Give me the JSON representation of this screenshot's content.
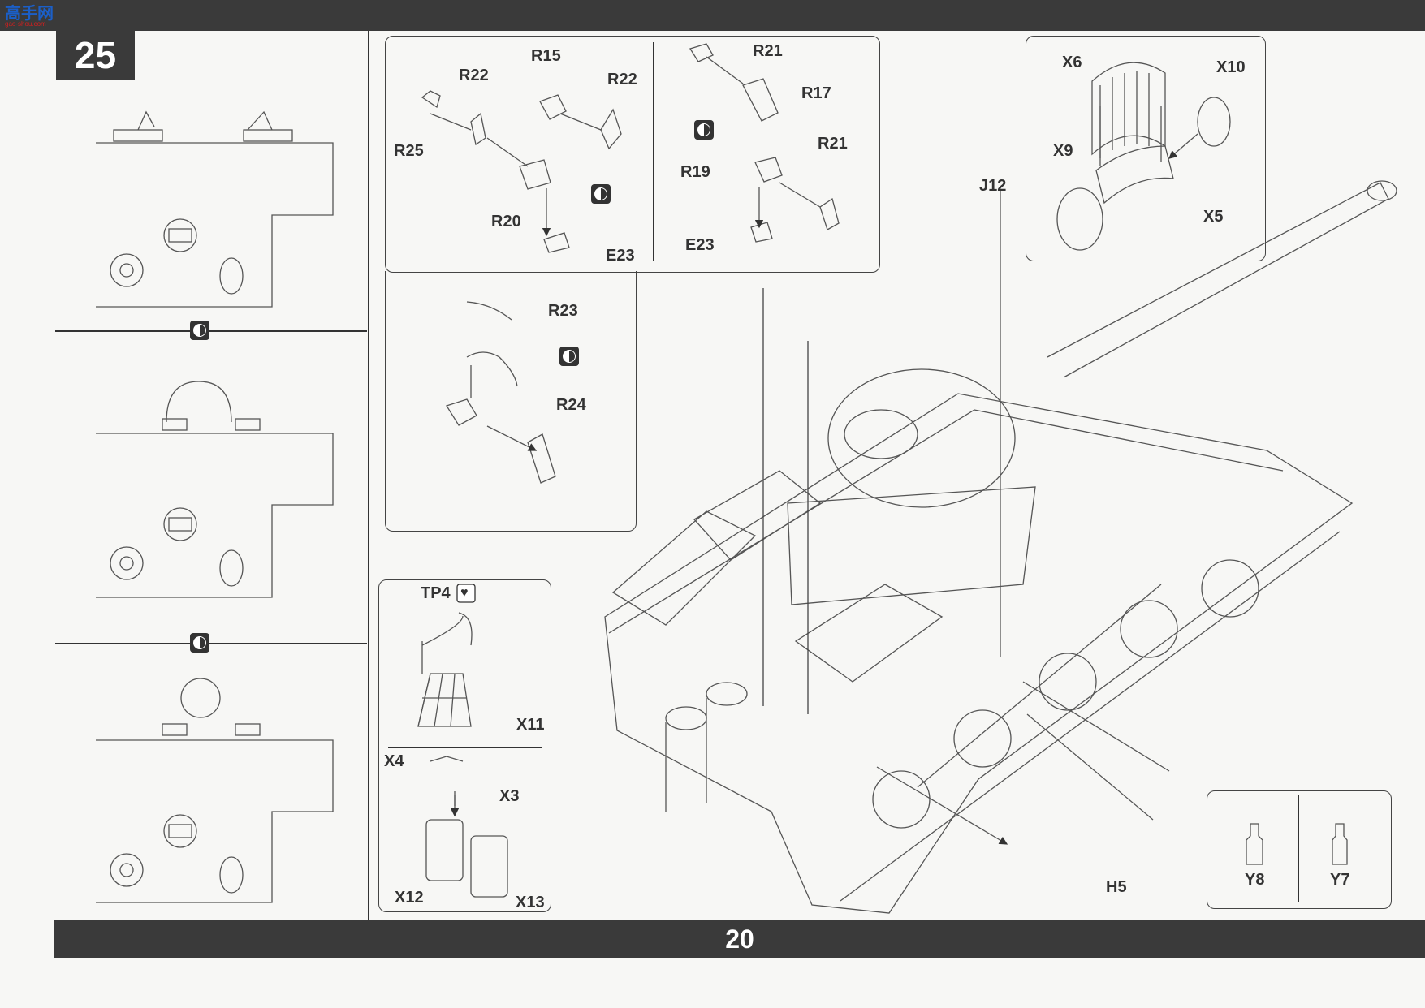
{
  "logo": {
    "mark": "高手网",
    "url_text": "gao-shou.com"
  },
  "step": {
    "number": "25"
  },
  "page": {
    "number": "20"
  },
  "labels": {
    "R25": "R25",
    "R22a": "R22",
    "R15": "R15",
    "R22b": "R22",
    "R20": "R20",
    "E23a": "E23",
    "R21a": "R21",
    "R17": "R17",
    "R21b": "R21",
    "R19": "R19",
    "E23b": "E23",
    "R23": "R23",
    "R24": "R24",
    "TP4": "TP4",
    "X11": "X11",
    "X4": "X4",
    "X3": "X3",
    "X12": "X12",
    "X13": "X13",
    "X6": "X6",
    "X10": "X10",
    "X9": "X9",
    "X5": "X5",
    "J12": "J12",
    "H5": "H5",
    "Y8": "Y8",
    "Y7": "Y7"
  },
  "icons": [
    "yin-yang-icon",
    "heart-icon",
    "arrow-icon"
  ],
  "colors": {
    "bar": "#3a3a3a",
    "line": "#444444",
    "paper": "#f7f7f5",
    "logo_blue": "#1b5fc8",
    "logo_red": "#d21f1f"
  }
}
